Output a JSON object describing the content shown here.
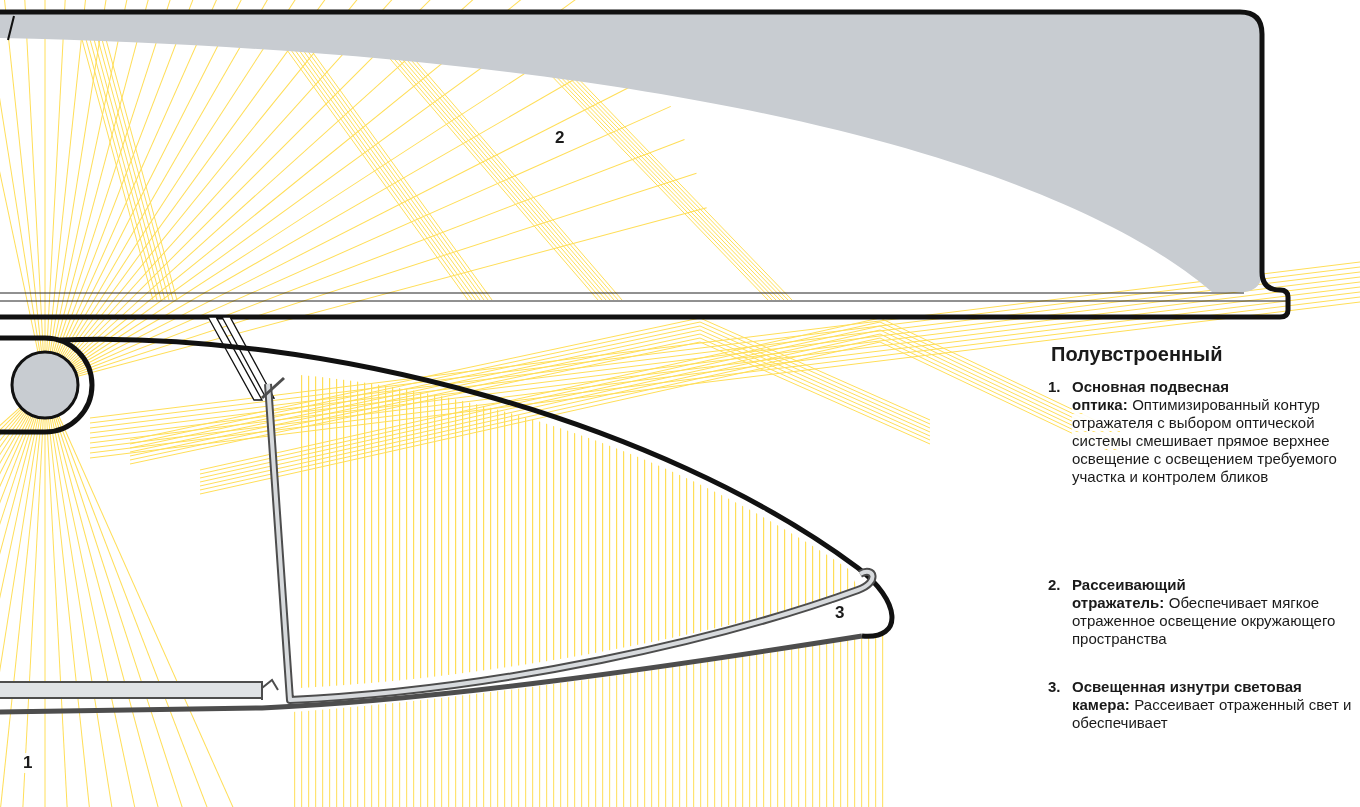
{
  "diagram": {
    "title": "Полувстроенный",
    "labels": [
      "2",
      "3",
      "1",
      "1.",
      "Основная подвесная оптика:",
      "Оптимизированный контур отражателя с выбором оптической системы смешивает прямое верхнее освещение с освещением требуемого участка и контролем бликов",
      "2.",
      "Рассеивающий отражатель:",
      "Обеспечивает мягкое отраженное освещение окружающего пространства",
      "3.",
      "Освещенная изнутри световая камера:",
      "Рассеивает отраженный свет и обеспечивает"
    ]
  }
}
